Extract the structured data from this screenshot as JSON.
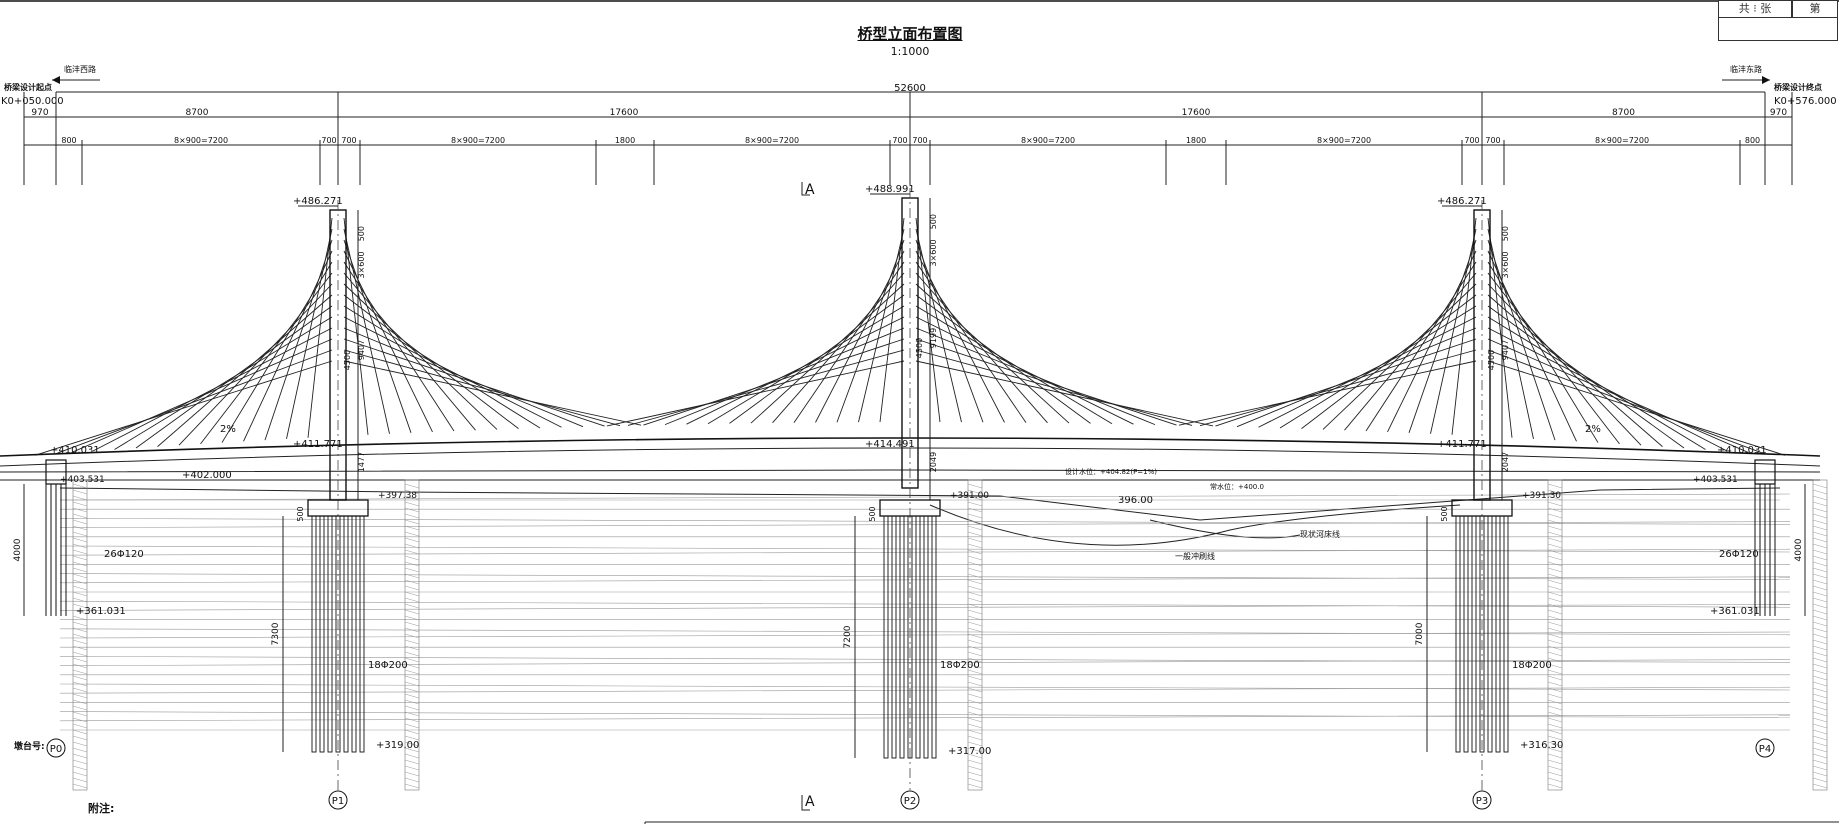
{
  "title": "桥型立面布置图",
  "scale": "1:1000",
  "sheet_box": {
    "total": "共",
    "sheets": "张",
    "page": "第"
  },
  "road_left": "临沣西路",
  "road_right": "临沣东路",
  "start_label": "桥梁设计起点",
  "start_station": "K0+050.000",
  "end_label": "桥梁设计终点",
  "end_station": "K0+576.000",
  "dims": {
    "total": "52600",
    "row2": [
      "970",
      "8700",
      "17600",
      "17600",
      "8700",
      "970"
    ],
    "row3": [
      "800",
      "8×900=7200",
      "700",
      "700",
      "8×900=7200",
      "1800",
      "8×900=7200",
      "700",
      "700",
      "8×900=7200",
      "1800",
      "8×900=7200",
      "700",
      "700",
      "8×900=7200",
      "800"
    ]
  },
  "section_mark": "A",
  "towers": [
    {
      "top": "+486.271",
      "deck": "+411.771",
      "pile_cap_top": "+397.38",
      "pile_tip": "+319.00",
      "pile_note": "18Φ200",
      "d1": "500",
      "d2": "3×600",
      "d3": "4500",
      "d4": "9407",
      "d5": "1477",
      "cap": "500",
      "pile_len": "7300",
      "pier": "P1"
    },
    {
      "top": "+488.991",
      "deck": "+414.491",
      "pile_cap_top": "+391.00",
      "pile_tip": "+317.00",
      "pile_note": "18Φ200",
      "d1": "500",
      "d2": "3×600",
      "d3": "4500",
      "d4": "9199",
      "d5": "2049",
      "cap": "500",
      "pile_len": "7200",
      "pier": "P2"
    },
    {
      "top": "+486.271",
      "deck": "+411.771",
      "pile_cap_top": "+391.30",
      "pile_tip": "+316.30",
      "pile_note": "18Φ200",
      "d1": "500",
      "d2": "3×600",
      "d3": "4500",
      "d4": "9407",
      "d5": "2047",
      "cap": "500",
      "pile_len": "7000",
      "pier": "P3"
    }
  ],
  "abutments": [
    {
      "deck": "+410.031",
      "beam": "+403.531",
      "pile_tip": "+361.031",
      "pile_note": "26Φ120",
      "depth": "4000",
      "pier": "P0"
    },
    {
      "deck": "+410.031",
      "beam": "+403.531",
      "pile_tip": "+361.031",
      "pile_note": "26Φ120",
      "depth": "4000",
      "pier": "P4"
    }
  ],
  "slope_left": "2%",
  "slope_right": "2%",
  "design_water": "设计水位：+404.82(P=1%)",
  "normal_water": "常水位：+400.0",
  "left_bank": "+402.000",
  "river_width": "396.00",
  "scour_line": "一般冲刷线",
  "current_bed": "现状河床线",
  "pier_no_label": "墩台号:",
  "notes_label": "附注:"
}
